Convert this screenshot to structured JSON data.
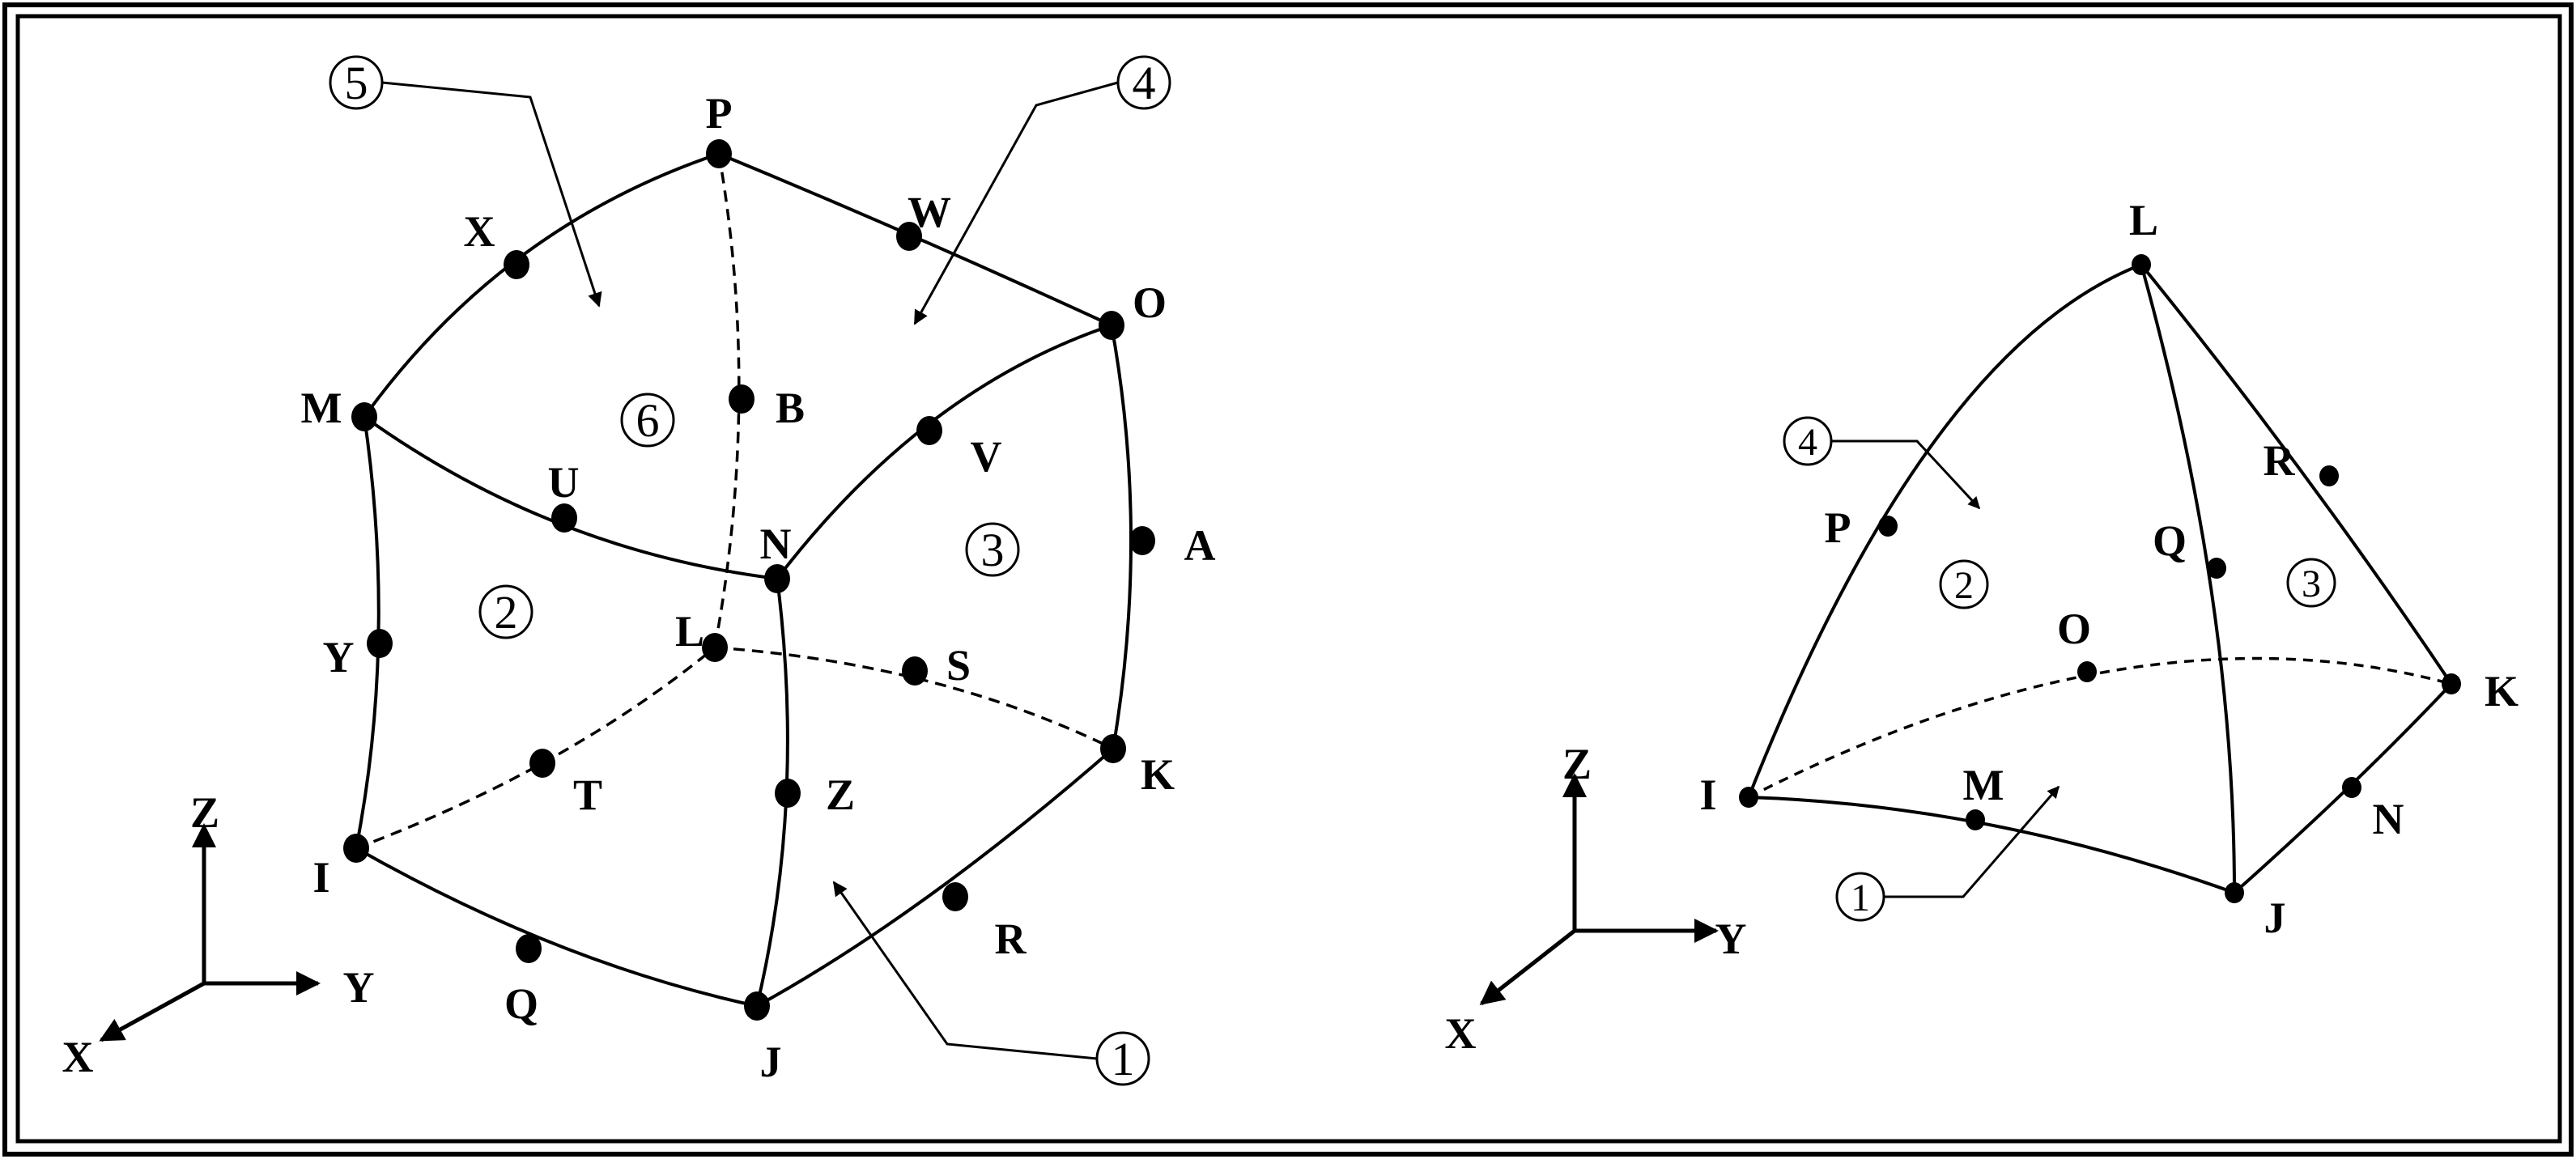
{
  "hex_element": {
    "nodes": [
      "P",
      "X",
      "W",
      "O",
      "M",
      "B",
      "V",
      "U",
      "N",
      "A",
      "Y",
      "L",
      "S",
      "T",
      "Z",
      "K",
      "I",
      "R",
      "Q",
      "J"
    ],
    "face_labels": [
      "5",
      "4",
      "6",
      "2",
      "3",
      "1"
    ]
  },
  "tet_element": {
    "nodes": [
      "L",
      "R",
      "P",
      "Q",
      "O",
      "K",
      "I",
      "M",
      "N",
      "J"
    ],
    "face_labels": [
      "4",
      "2",
      "3",
      "1"
    ]
  },
  "axes_left": {
    "z": "Z",
    "y": "Y",
    "x": "X"
  },
  "axes_right": {
    "z": "Z",
    "y": "Y",
    "x": "X"
  }
}
